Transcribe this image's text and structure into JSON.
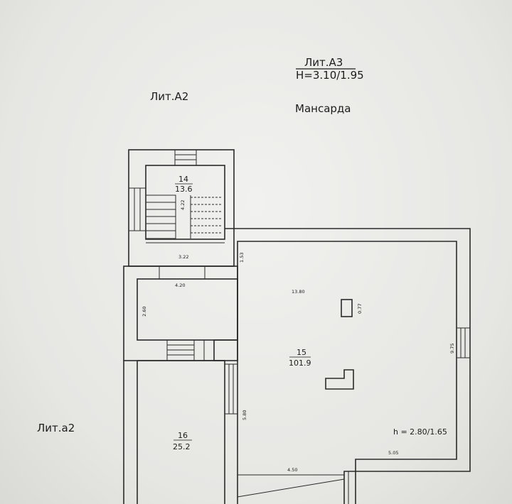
{
  "labels": {
    "block_a3": "Лит.А3",
    "height_a3": "Н=3.10/1.95",
    "attic": "Мансарда",
    "block_a2": "Лит.А2",
    "block_a2_lower": "Лит.а2"
  },
  "rooms": [
    {
      "number": "14",
      "area": "13.6"
    },
    {
      "number": "15",
      "area": "101.9"
    },
    {
      "number": "16",
      "area": "25.2"
    }
  ],
  "dimensions": {
    "d422": "4.22",
    "d322": "3.22",
    "d153": "1.53",
    "d420": "4.20",
    "d1380": "13.80",
    "d077": "0.77",
    "d260": "2.60",
    "d975": "9.75",
    "d580": "5.80",
    "d505": "5.05",
    "d450": "4.50"
  },
  "room15_height": "h = 2.80/1.65"
}
